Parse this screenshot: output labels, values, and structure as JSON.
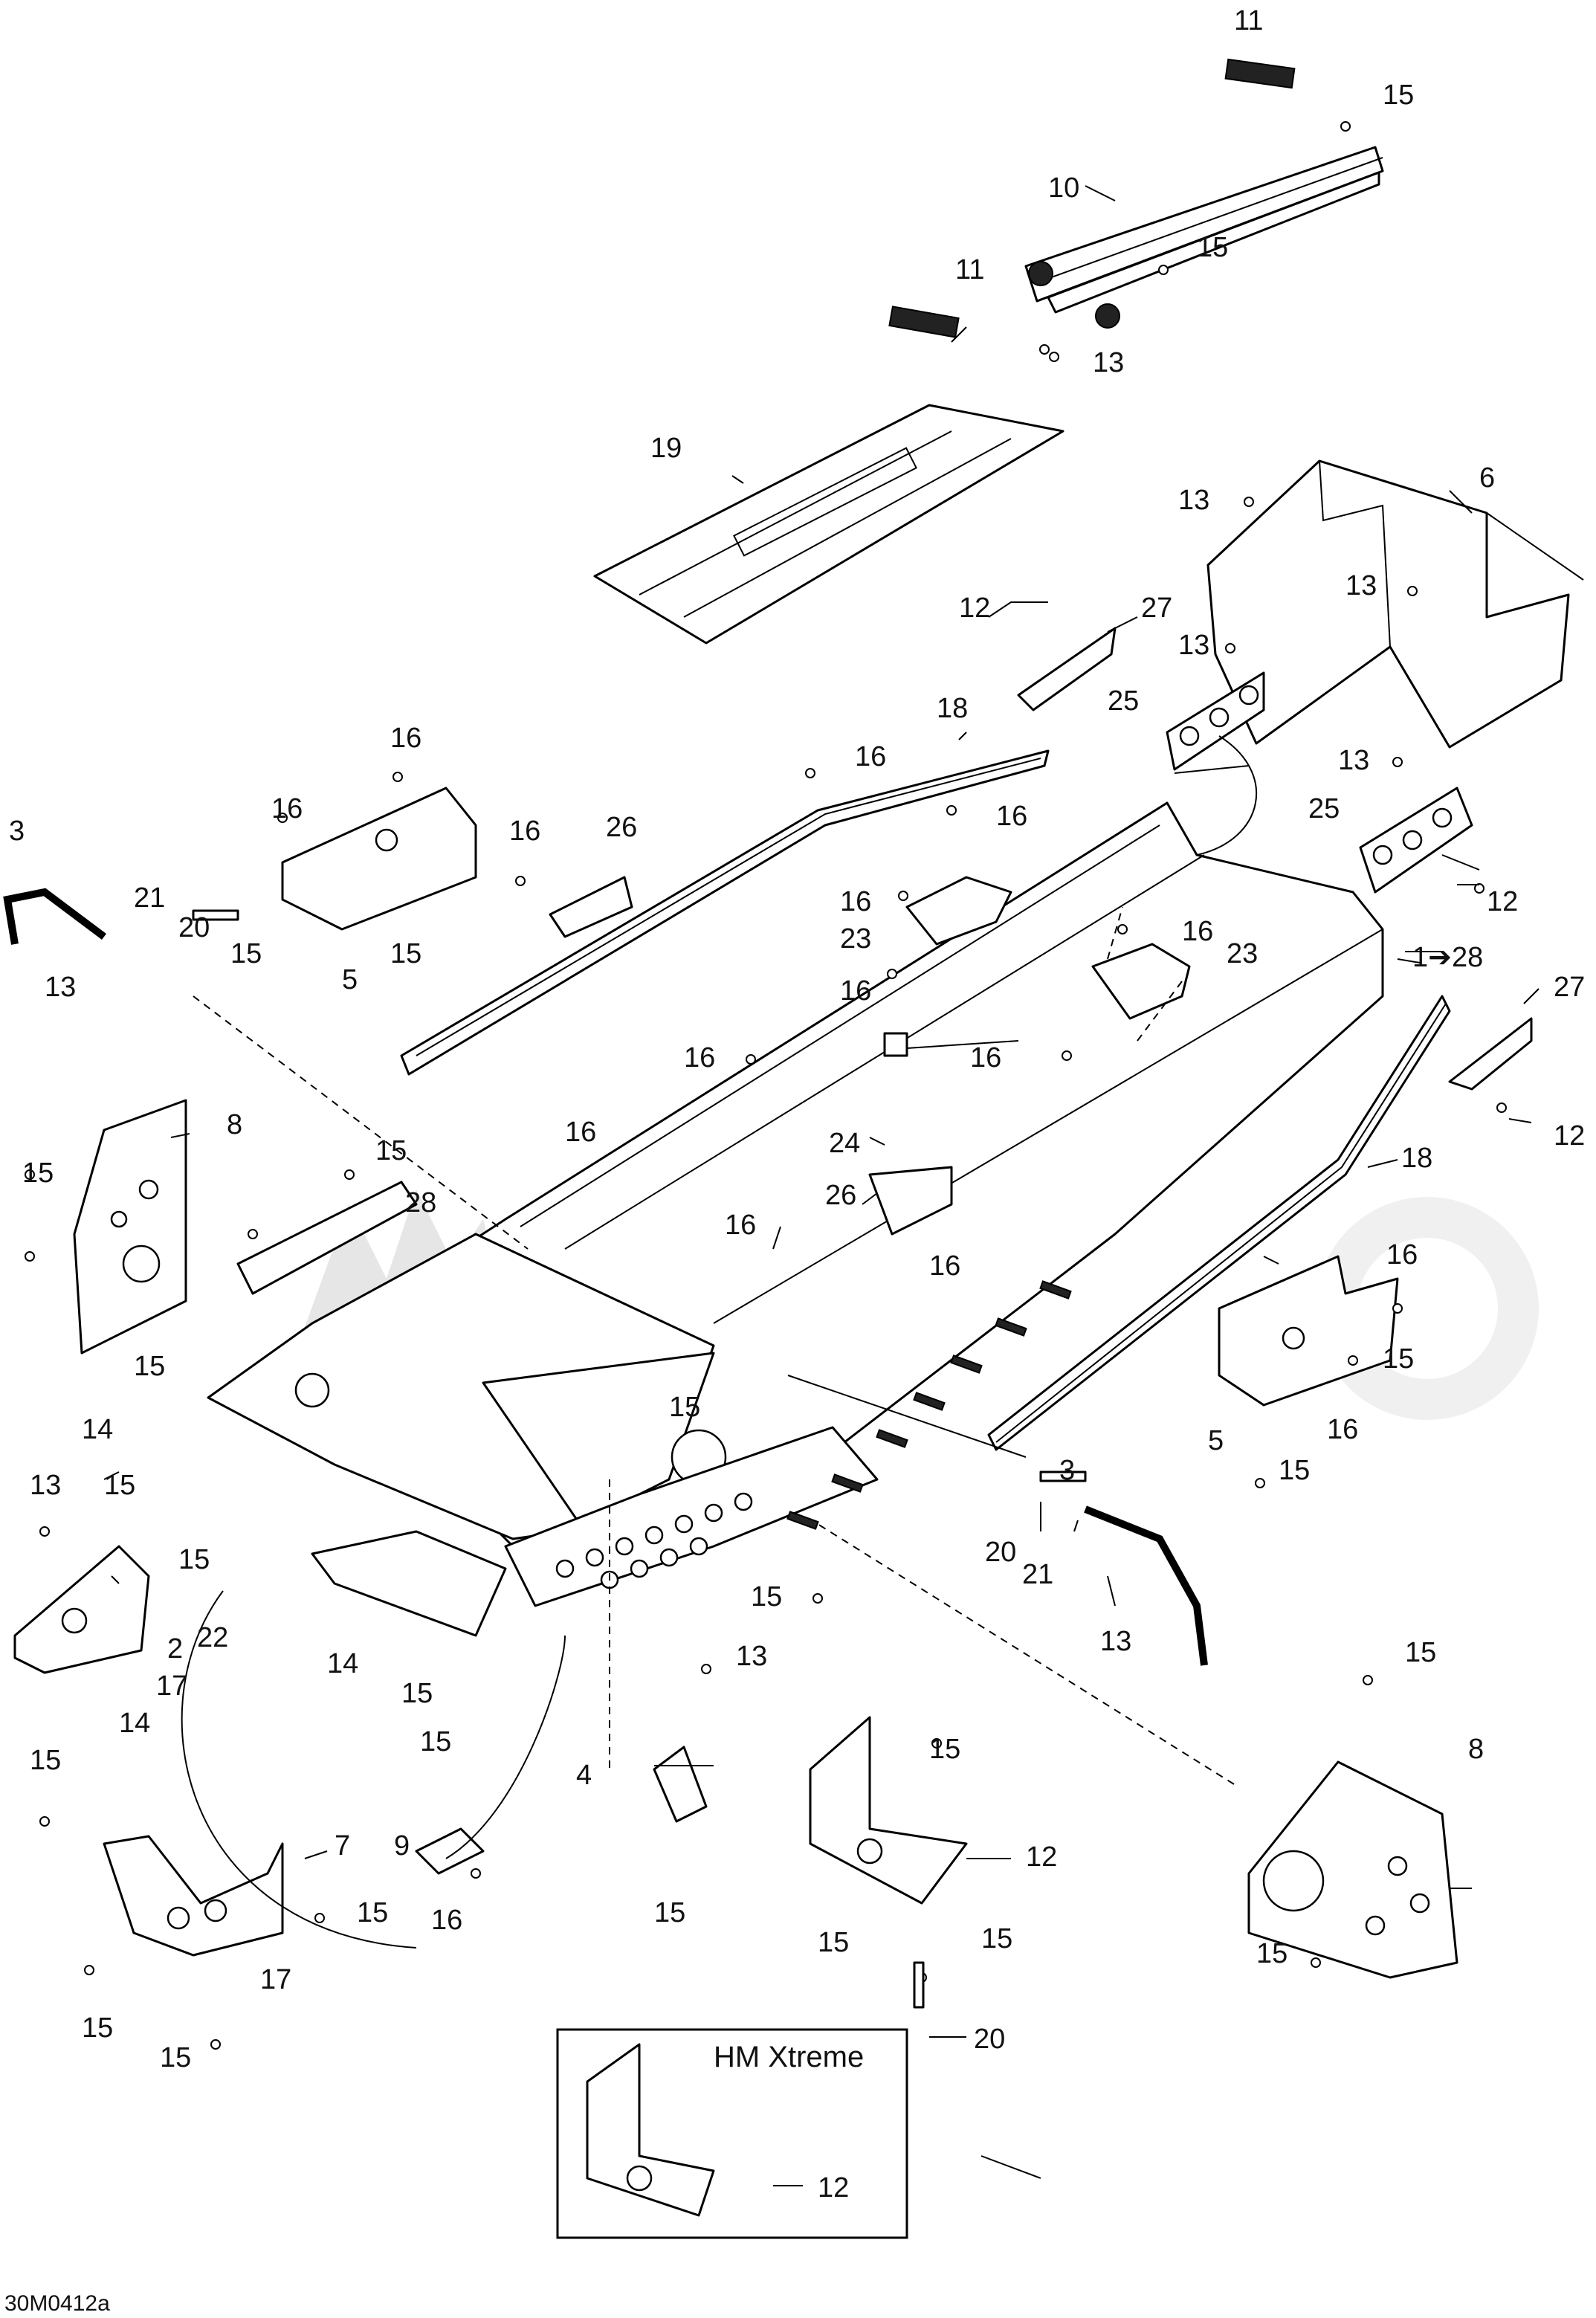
{
  "diagram_code": "30M0412a",
  "inset": {
    "title": "HM Xtreme",
    "part_number": "12"
  },
  "callouts": [
    {
      "key": "c11a",
      "text": "11"
    },
    {
      "key": "c15a",
      "text": "15"
    },
    {
      "key": "c10",
      "text": "10"
    },
    {
      "key": "c15b",
      "text": "15"
    },
    {
      "key": "c11b",
      "text": "11"
    },
    {
      "key": "c13a",
      "text": "13"
    },
    {
      "key": "c19",
      "text": "19"
    },
    {
      "key": "c13b",
      "text": "13"
    },
    {
      "key": "c6",
      "text": "6"
    },
    {
      "key": "c12a",
      "text": "12"
    },
    {
      "key": "c27a",
      "text": "27"
    },
    {
      "key": "c13c",
      "text": "13"
    },
    {
      "key": "c13d",
      "text": "13"
    },
    {
      "key": "c25a",
      "text": "25"
    },
    {
      "key": "c18a",
      "text": "18"
    },
    {
      "key": "c16a",
      "text": "16"
    },
    {
      "key": "c13e",
      "text": "13"
    },
    {
      "key": "c25b",
      "text": "25"
    },
    {
      "key": "c12b",
      "text": "12"
    },
    {
      "key": "c16b",
      "text": "16"
    },
    {
      "key": "c16c",
      "text": "16"
    },
    {
      "key": "c16d",
      "text": "16"
    },
    {
      "key": "c26a",
      "text": "26"
    },
    {
      "key": "c3a",
      "text": "3"
    },
    {
      "key": "c21a",
      "text": "21"
    },
    {
      "key": "c20a",
      "text": "20"
    },
    {
      "key": "c16e",
      "text": "16"
    },
    {
      "key": "c23a",
      "text": "23"
    },
    {
      "key": "c16f",
      "text": "16"
    },
    {
      "key": "c16g",
      "text": "16"
    },
    {
      "key": "c23b",
      "text": "23"
    },
    {
      "key": "c15c",
      "text": "15"
    },
    {
      "key": "c5a",
      "text": "5"
    },
    {
      "key": "c15d",
      "text": "15"
    },
    {
      "key": "c13f",
      "text": "13"
    },
    {
      "key": "c16h",
      "text": "16"
    },
    {
      "key": "c1to28",
      "text": "1➔28"
    },
    {
      "key": "c27b",
      "text": "27"
    },
    {
      "key": "c16i",
      "text": "16"
    },
    {
      "key": "c16j",
      "text": "16"
    },
    {
      "key": "c12c",
      "text": "12"
    },
    {
      "key": "c24",
      "text": "24"
    },
    {
      "key": "c26b",
      "text": "26"
    },
    {
      "key": "c15e",
      "text": "15"
    },
    {
      "key": "c8a",
      "text": "8"
    },
    {
      "key": "c15f",
      "text": "15"
    },
    {
      "key": "c28",
      "text": "28"
    },
    {
      "key": "c16k",
      "text": "16"
    },
    {
      "key": "c18b",
      "text": "18"
    },
    {
      "key": "c16l",
      "text": "16"
    },
    {
      "key": "c16m",
      "text": "16"
    },
    {
      "key": "c16n",
      "text": "16"
    },
    {
      "key": "c15g",
      "text": "15"
    },
    {
      "key": "c15h",
      "text": "15"
    },
    {
      "key": "c16o",
      "text": "16"
    },
    {
      "key": "c5b",
      "text": "5"
    },
    {
      "key": "c14a",
      "text": "14"
    },
    {
      "key": "c15i",
      "text": "15"
    },
    {
      "key": "c13g",
      "text": "13"
    },
    {
      "key": "c15j",
      "text": "15"
    },
    {
      "key": "c3b",
      "text": "3"
    },
    {
      "key": "c15k",
      "text": "15"
    },
    {
      "key": "c20b",
      "text": "20"
    },
    {
      "key": "c21b",
      "text": "21"
    },
    {
      "key": "c2",
      "text": "2"
    },
    {
      "key": "c22",
      "text": "22"
    },
    {
      "key": "c15l",
      "text": "15"
    },
    {
      "key": "c13h",
      "text": "13"
    },
    {
      "key": "c17a",
      "text": "17"
    },
    {
      "key": "c14b",
      "text": "14"
    },
    {
      "key": "c15m",
      "text": "15"
    },
    {
      "key": "c14c",
      "text": "14"
    },
    {
      "key": "c15n",
      "text": "15"
    },
    {
      "key": "c13i",
      "text": "13"
    },
    {
      "key": "c15o",
      "text": "15"
    },
    {
      "key": "c4",
      "text": "4"
    },
    {
      "key": "c15p",
      "text": "15"
    },
    {
      "key": "c8b",
      "text": "8"
    },
    {
      "key": "c15q",
      "text": "15"
    },
    {
      "key": "c9",
      "text": "9"
    },
    {
      "key": "c7",
      "text": "7"
    },
    {
      "key": "c15r",
      "text": "15"
    },
    {
      "key": "c12d",
      "text": "12"
    },
    {
      "key": "c16p",
      "text": "16"
    },
    {
      "key": "c15s",
      "text": "15"
    },
    {
      "key": "c15t",
      "text": "15"
    },
    {
      "key": "c15u",
      "text": "15"
    },
    {
      "key": "c17b",
      "text": "17"
    },
    {
      "key": "c15v",
      "text": "15"
    },
    {
      "key": "c20c",
      "text": "20"
    },
    {
      "key": "c15w",
      "text": "15"
    },
    {
      "key": "c15x",
      "text": "15"
    },
    {
      "key": "c15y",
      "text": "15"
    }
  ]
}
